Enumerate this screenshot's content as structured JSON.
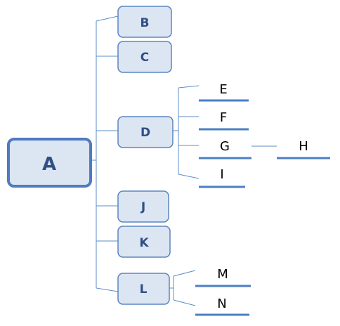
{
  "diagram": {
    "root": "A",
    "level1": [
      "B",
      "C",
      "D",
      "J",
      "K",
      "L"
    ],
    "d_children": [
      "E",
      "F",
      "G",
      "I"
    ],
    "g_child": "H",
    "l_children": [
      "M",
      "N"
    ]
  },
  "colors": {
    "box_fill": "#dce6f2",
    "box_stroke": "#5b85c0",
    "root_stroke": "#4f7bbf",
    "connector": "#5b8ec9",
    "underline": "#4a7fc3",
    "box_text": "#2f4f86",
    "leaf_text": "#000000"
  }
}
